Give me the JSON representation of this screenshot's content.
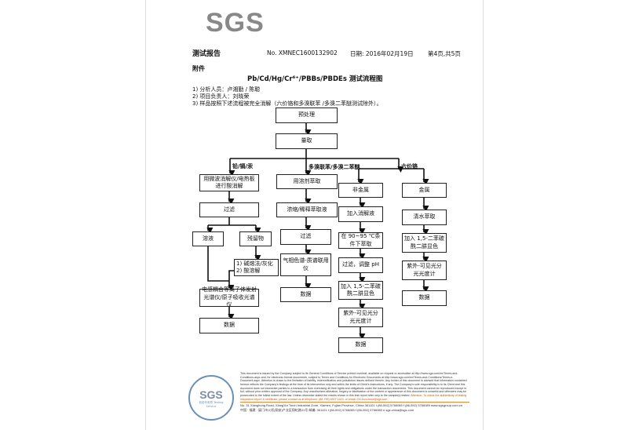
{
  "header": {
    "logo": "SGS",
    "report_title": "测试报告",
    "report_no": "No. XMNEC1600132902",
    "date": "日期: 2016年02月19日",
    "page": "第4页,共5页"
  },
  "section": "附件",
  "title": "Pb/Cd/Hg/Cr⁶⁺/PBBs/PBDEs 测试流程图",
  "notes": [
    "1) 分析人员：卢湘勤 / 陈聪",
    "2) 项目负责人：刘晓荣",
    "3) 样品按照下述流程被完全消解（六价铬和多溴联苯 /多溴二苯醚测试除外）。"
  ],
  "flow": {
    "pre": "预处理",
    "measure": "量取",
    "branch_labels": [
      "铅/镉/汞",
      "多溴联苯/多溴二苯醚",
      "六价铬"
    ],
    "col1": [
      "用微波消解仪/电热板进行酸消解",
      "过滤",
      "溶液",
      "残留物",
      "1) 碱熔法/灰化\n2) 酸溶解",
      "电感耦合等离子体发射光谱仪/原子吸收光谱仪",
      "数据"
    ],
    "col2": [
      "用溶剂萃取",
      "浓缩/稀释萃取液",
      "过滤",
      "气相色谱-质谱联用仪",
      "数据"
    ],
    "col3": [
      "非金属",
      "加入消解液",
      "在 90~95 ℃条件下萃取",
      "过滤，调整 pH",
      "加入 1,5-二苯碳酰二肼显色",
      "紫外-可见光分光光度计",
      "数据"
    ],
    "col4": [
      "金属",
      "清水萃取",
      "加入 1,5-二苯碳酰二肼显色",
      "紫外-可见光分光光度计",
      "数据"
    ]
  },
  "footer": {
    "stamp_text": "SGS",
    "stamp_sub": "检验专用章 Testing Service",
    "disclaimer": "This document is issued by the Company subject to its General Conditions of Service printed overleaf, available on request or accessible at http://www.sgs.com/en/Terms-and-Conditions.aspx and, for electronic format documents, subject to Terms and Conditions for Electronic Documents at http://www.sgs.com/en/Terms-and-Conditions/Terms-e-Document.aspx. Attention is drawn to the limitation of liability, indemnification and jurisdiction issues defined therein. Any holder of this document is advised that information contained hereon reflects the Company's findings at the time of its intervention only and within the limits of Client's instructions, if any. The Company's sole responsibility is to its Client and this document does not exonerate parties to a transaction from exercising all their rights and obligations under the transaction documents. This document cannot be reproduced except in full, without prior written approval of the Company. Any unauthorized alteration, forgery or falsification of the content or appearance of this document is unlawful and offenders may be prosecuted to the fullest extent of the law. Unless otherwise stated the results shown in this test report refer only to the sample(s) tested.",
    "attention": "Attention: To check the authenticity of testing /inspection report & certificate, please contact us at telephone: (86-755) 8307 1443, or email: CN.Doccheck@sgs.com",
    "address_en": "No. 31 Xianghong Road, Xiang'An Torch Industrial Zone, Xiamen, Fujian Province, China 361101 t (86-592) 5766085 f (86-592) 5766089 www.sgsgroup.com.cn",
    "address_cn": "中国 · 福建 · 厦门市火炬(翔安)产业区翔虹路31号 邮编: 361101 t (86-592) 5766085 f (86-592) 5766089 e sgs.china@sgs.com"
  }
}
